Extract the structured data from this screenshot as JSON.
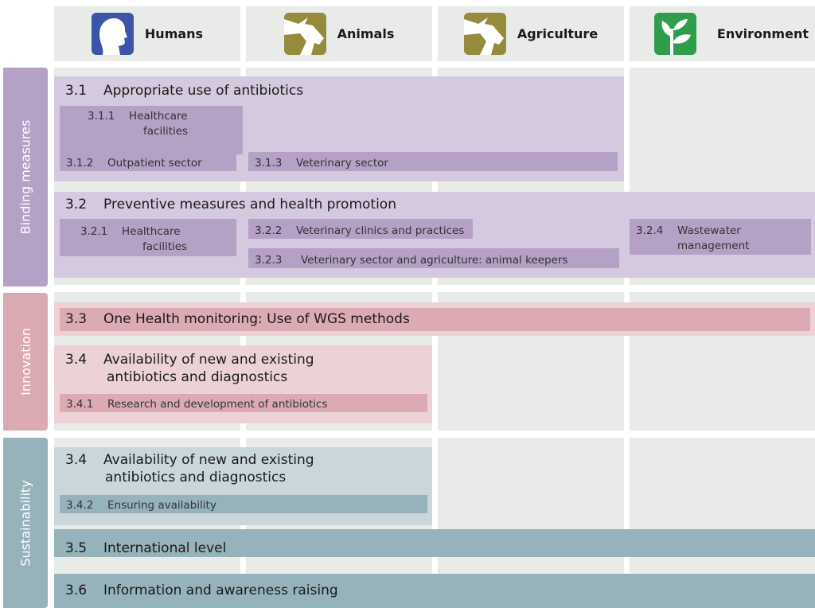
{
  "columns": [
    {
      "label": "Humans",
      "icon": "human-head-icon",
      "color": "#3d55a8"
    },
    {
      "label": "Animals",
      "icon": "cow-icon",
      "color": "#958b3a"
    },
    {
      "label": "Agriculture",
      "icon": "cow-icon",
      "color": "#958b3a"
    },
    {
      "label": "Environment",
      "icon": "plant-icon",
      "color": "#2f9d4c"
    }
  ],
  "sections": [
    {
      "label": "Binding measures",
      "color": "#b5a0c6"
    },
    {
      "label": "Innovation",
      "color": "#dba9b2"
    },
    {
      "label": "Sustainability",
      "color": "#96b2ba"
    }
  ],
  "measures": {
    "m31": {
      "num": "3.1",
      "title": "Appropriate use of antibiotics"
    },
    "m311": {
      "num": "3.1.1",
      "title": "Healthcare",
      "title2": "facilities"
    },
    "m312": {
      "num": "3.1.2",
      "title": "Outpatient sector"
    },
    "m313": {
      "num": "3.1.3",
      "title": "Veterinary sector"
    },
    "m32": {
      "num": "3.2",
      "title": "Preventive measures and health promotion"
    },
    "m321": {
      "num": "3.2.1",
      "title": "Healthcare",
      "title2": "facilities"
    },
    "m322": {
      "num": "3.2.2",
      "title": "Veterinary clinics and practices"
    },
    "m323": {
      "num": "3.2.3",
      "title": "Veterinary sector and agriculture: animal keepers"
    },
    "m324": {
      "num": "3.2.4",
      "title": "Wastewater",
      "title2": "management"
    },
    "m33": {
      "num": "3.3",
      "title": "One Health monitoring: Use of WGS methods"
    },
    "m34a": {
      "num": "3.4",
      "title": "Availability of new and existing",
      "title2": "antibiotics and diagnostics"
    },
    "m341": {
      "num": "3.4.1",
      "title": "Research and development of antibiotics"
    },
    "m34b": {
      "num": "3.4",
      "title": "Availability of new and existing",
      "title2": "antibiotics and diagnostics"
    },
    "m342": {
      "num": "3.4.2",
      "title": "Ensuring availability"
    },
    "m35": {
      "num": "3.5",
      "title": "International level"
    },
    "m36": {
      "num": "3.6",
      "title": "Information and awareness raising"
    }
  }
}
